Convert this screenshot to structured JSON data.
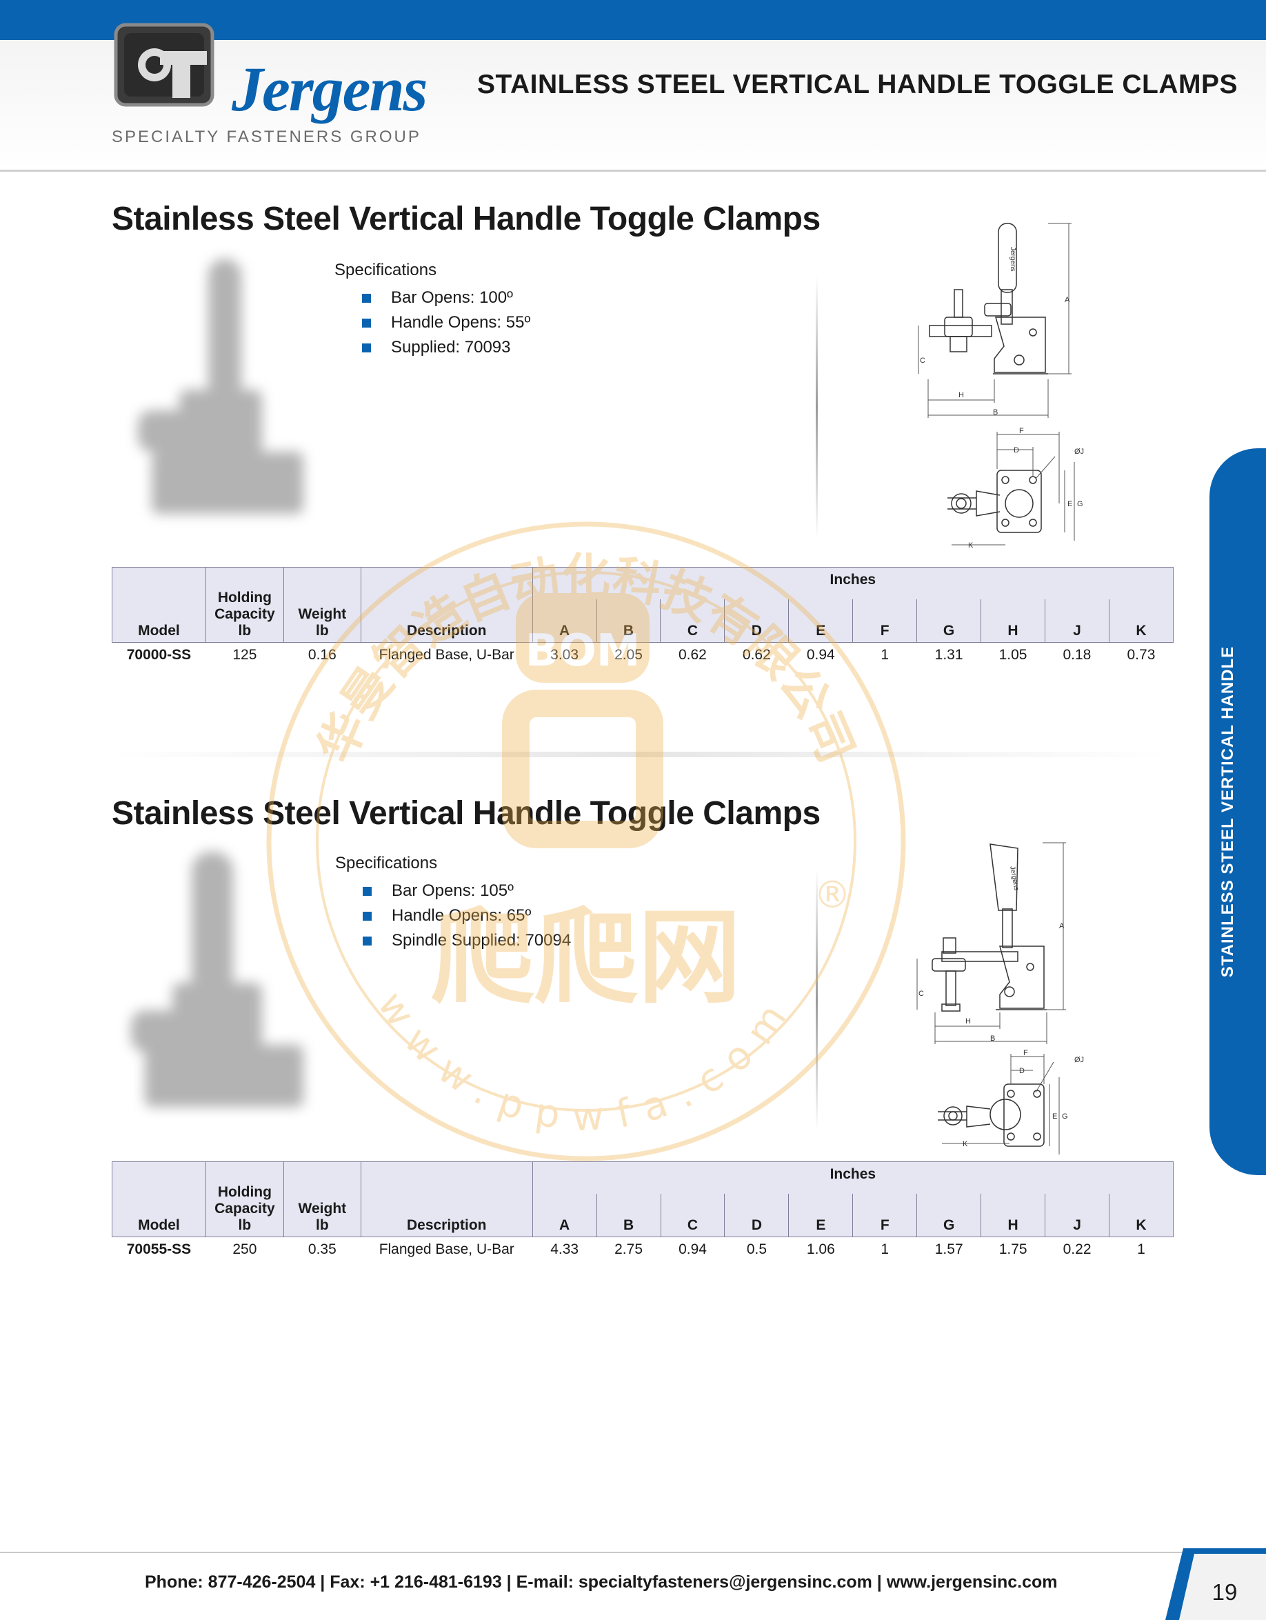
{
  "header": {
    "brand": "Jergens",
    "brand_sub": "SPECIALTY FASTENERS GROUP",
    "title": "STAINLESS STEEL VERTICAL HANDLE TOGGLE CLAMPS"
  },
  "sections": [
    {
      "title": "Stainless Steel Vertical Handle Toggle Clamps",
      "spec_heading": "Specifications",
      "specs": [
        "Bar Opens: 100º",
        "Handle Opens: 55º",
        "Supplied: 70093"
      ],
      "table": {
        "row": {
          "model": "70000-SS",
          "holding": "125",
          "weight": "0.16",
          "description": "Flanged Base, U-Bar",
          "A": "3.03",
          "B": "2.05",
          "C": "0.62",
          "D": "0.62",
          "E": "0.94",
          "F": "1",
          "G": "1.31",
          "H": "1.05",
          "J": "0.18",
          "K": "0.73"
        }
      }
    },
    {
      "title": "Stainless Steel Vertical Handle Toggle Clamps",
      "spec_heading": "Specifications",
      "specs": [
        "Bar Opens: 105º",
        "Handle Opens: 65º",
        "Spindle Supplied: 70094"
      ],
      "table": {
        "row": {
          "model": "70055-SS",
          "holding": "250",
          "weight": "0.35",
          "description": "Flanged Base, U-Bar",
          "A": "4.33",
          "B": "2.75",
          "C": "0.94",
          "D": "0.5",
          "E": "1.06",
          "F": "1",
          "G": "1.57",
          "H": "1.75",
          "J": "0.22",
          "K": "1"
        }
      }
    }
  ],
  "table_headers": {
    "model": "Model",
    "holding_1": "Holding",
    "holding_2": "Capacity",
    "holding_3": "lb",
    "weight_1": "Weight",
    "weight_2": "lb",
    "description": "Description",
    "inches": "Inches",
    "cols": [
      "A",
      "B",
      "C",
      "D",
      "E",
      "F",
      "G",
      "H",
      "J",
      "K"
    ]
  },
  "drawing_labels": {
    "A": "A",
    "B": "B",
    "C": "C",
    "D": "D",
    "E": "E",
    "F": "F",
    "G": "G",
    "H": "H",
    "J": "ØJ",
    "K": "K",
    "handle_brand": "Jergens"
  },
  "side_tab": "STAINLESS STEEL VERTICAL HANDLE",
  "footer": {
    "text": "Phone: 877-426-2504  |  Fax: +1 216-481-6193  |  E-mail: specialtyfasteners@jergensinc.com  |  www.jergensinc.com",
    "page_number": "19"
  },
  "watermark": {
    "arc_text": "华曼智造自动化科技有限公司",
    "logo_text": "BOM",
    "site_text": "爬爬网",
    "url": "www.ppwfa.com",
    "registered": "®"
  },
  "colors": {
    "brand_blue": "#0a63b0",
    "table_header": "#e5e6f2",
    "watermark": "#f0b04a"
  }
}
